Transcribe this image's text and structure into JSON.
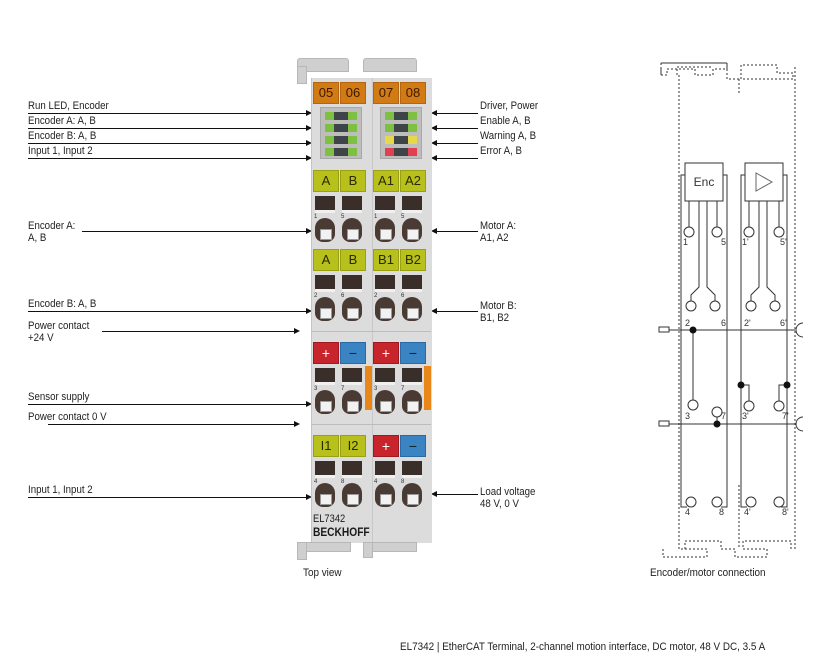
{
  "left_labels": [
    {
      "id": "run-led-encoder",
      "text": "Run LED, Encoder"
    },
    {
      "id": "encoder-a-led",
      "text": "Encoder A: A, B"
    },
    {
      "id": "encoder-b-led",
      "text": "Encoder B: A, B"
    },
    {
      "id": "input-led",
      "text": "Input 1, Input 2"
    },
    {
      "id": "encoder-a-terminal",
      "line1": "Encoder A:",
      "line2": "A, B"
    },
    {
      "id": "encoder-b-terminal",
      "text": "Encoder B: A, B"
    },
    {
      "id": "power-contact-24v",
      "line1": "Power contact",
      "line2": "+24 V"
    },
    {
      "id": "sensor-supply",
      "text": "Sensor supply"
    },
    {
      "id": "power-contact-0v",
      "text": "Power contact 0 V"
    },
    {
      "id": "input-terminal",
      "text": "Input 1, Input 2"
    }
  ],
  "right_labels": [
    {
      "id": "driver-power",
      "text": "Driver, Power"
    },
    {
      "id": "enable",
      "text": "Enable A, B"
    },
    {
      "id": "warning",
      "text": "Warning A, B"
    },
    {
      "id": "error",
      "text": "Error A, B"
    },
    {
      "id": "motor-a",
      "line1": "Motor A:",
      "line2": "A1, A2"
    },
    {
      "id": "motor-b",
      "line1": "Motor B:",
      "line2": "B1, B2"
    },
    {
      "id": "load-voltage",
      "line1": "Load voltage",
      "line2": "48 V, 0 V"
    }
  ],
  "terminal": {
    "led_numbers": [
      "05",
      "06",
      "07",
      "08"
    ],
    "row1_tabs": [
      "A",
      "B",
      "A1",
      "A2"
    ],
    "row2_tabs": [
      "A",
      "B",
      "B1",
      "B2"
    ],
    "row3_tabs": [
      "+",
      "−",
      "+",
      "−"
    ],
    "row4_tabs": [
      "I1",
      "I2",
      "+",
      "−"
    ],
    "pin_numbers": [
      [
        "1",
        "5",
        "1",
        "5"
      ],
      [
        "2",
        "6",
        "2",
        "6"
      ],
      [
        "3",
        "7",
        "3",
        "7"
      ],
      [
        "4",
        "8",
        "4",
        "8"
      ]
    ],
    "model": "EL7342",
    "brand": "BECKHOFF",
    "colors": {
      "orange": "#d27a14",
      "yellow": "#b8c01c",
      "red": "#c8242c",
      "blue": "#3a84c4",
      "led_green": "#7ec142",
      "led_yellow": "#e6d84a",
      "led_red": "#e04050"
    }
  },
  "schematic": {
    "enc_label": "Enc",
    "amp_symbol": "amplifier-triangle",
    "pins_left": [
      "1",
      "5",
      "2",
      "6",
      "3",
      "7",
      "4",
      "8"
    ],
    "pins_right": [
      "1'",
      "5'",
      "2'",
      "6'",
      "3'",
      "7'",
      "4'",
      "8'"
    ]
  },
  "captions": {
    "top_view": "Top view",
    "schematic": "Encoder/motor connection"
  },
  "footer": "EL7342 | EtherCAT Terminal, 2-channel motion interface, DC motor, 48 V DC, 3.5 A"
}
